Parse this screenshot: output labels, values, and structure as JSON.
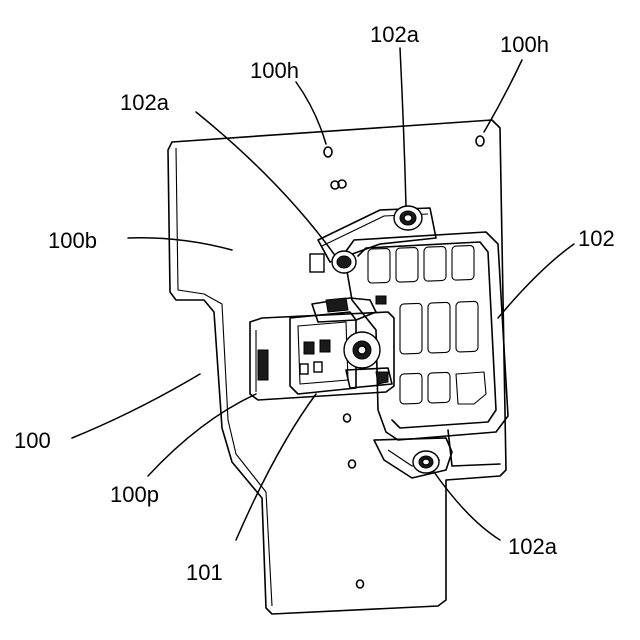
{
  "labels": {
    "holes_top": "100h",
    "holes_right": "100h",
    "bolt_top": "102a",
    "bolt_left": "102a",
    "bolt_bottom": "102a",
    "body": "100b",
    "frame": "102",
    "plate": "100",
    "protrusion": "100p",
    "unit": "101"
  }
}
